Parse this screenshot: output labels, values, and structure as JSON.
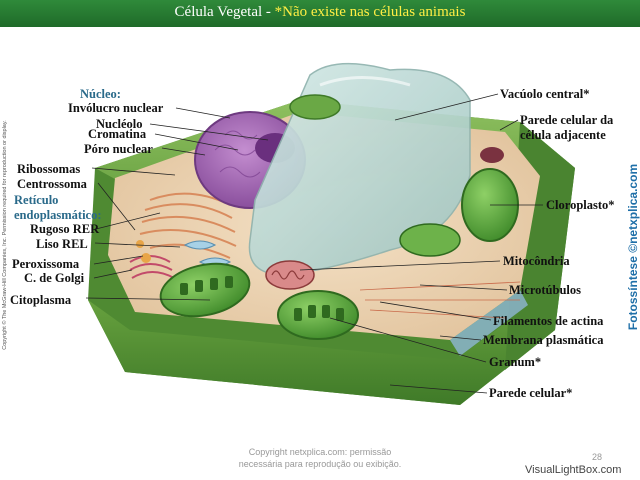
{
  "title": {
    "main": "Célula Vegetal - ",
    "highlight": "*Não existe nas células animais"
  },
  "labels": {
    "nucleo": "Núcleo:",
    "involucro": "Invólucro nuclear",
    "nucleolo": "Nucléolo",
    "cromatina": "Cromatina",
    "poro": "Póro nuclear",
    "ribossomas": "Ribossomas",
    "centrossoma": "Centrossoma",
    "reticulo": "Retículo",
    "endoplasmatico": "endoplasmático:",
    "rugoso": "Rugoso RER",
    "liso": "Liso REL",
    "peroxissoma": "Peroxissoma",
    "golgi": "C. de Golgi",
    "citoplasma": "Citoplasma",
    "vacuolo": "Vacúolo central*",
    "parede_adj_1": "Parede celular da",
    "parede_adj_2": "célula adjacente",
    "cloroplasto": "Cloroplasto*",
    "mitocondria": "Mitocôndria",
    "microtubulos": "Microtúbulos",
    "filamentos": "Filamentos de actina",
    "membrana": "Membrana plasmática",
    "granum": "Granum*",
    "parede": "Parede celular*"
  },
  "credits": {
    "side": "Copyright © The McGraw-Hill Companies, Inc. Permission required for reproduction or display.",
    "right": "Fotossíntese ©netxplica.com",
    "copyright_1": "Copyright netxplica.com: permissão",
    "copyright_2": "necessária para reprodução ou exibição.",
    "page": "28",
    "watermark": "VisualLightBox.com"
  },
  "colors": {
    "title_bg": "#2a7f35",
    "highlight": "#ffee44",
    "wall": "#5a9a3a",
    "vacuole": "#b9d6d2",
    "nucleus": "#a66fb5",
    "accent_blue": "#2a6a8a"
  }
}
